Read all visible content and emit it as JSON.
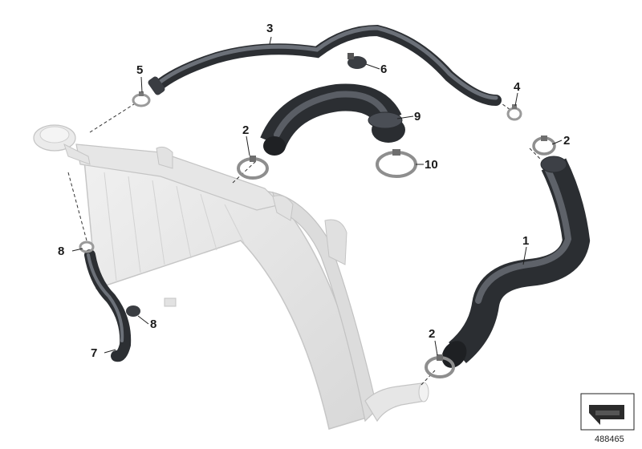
{
  "diagram": {
    "reference_number": "488465",
    "callouts": [
      {
        "id": "c1",
        "label": "1"
      },
      {
        "id": "c2a",
        "label": "2"
      },
      {
        "id": "c2b",
        "label": "2"
      },
      {
        "id": "c2c",
        "label": "2"
      },
      {
        "id": "c3",
        "label": "3"
      },
      {
        "id": "c4",
        "label": "4"
      },
      {
        "id": "c5",
        "label": "5"
      },
      {
        "id": "c6",
        "label": "6"
      },
      {
        "id": "c7",
        "label": "7"
      },
      {
        "id": "c8a",
        "label": "8"
      },
      {
        "id": "c8b",
        "label": "8"
      },
      {
        "id": "c9",
        "label": "9"
      },
      {
        "id": "c10",
        "label": "10"
      }
    ],
    "colors": {
      "hose_dark": "#3a3d42",
      "hose_mid": "#5b5f66",
      "hose_light": "#8a8f96",
      "radiator": "#e3e3e3",
      "radiator_edge": "#c9c9c9",
      "clamp": "#b8b8b8"
    },
    "icons": [
      "radiator-illustration",
      "hose-illustration",
      "hose-clamp-icon",
      "orientation-arrow-icon"
    ]
  }
}
